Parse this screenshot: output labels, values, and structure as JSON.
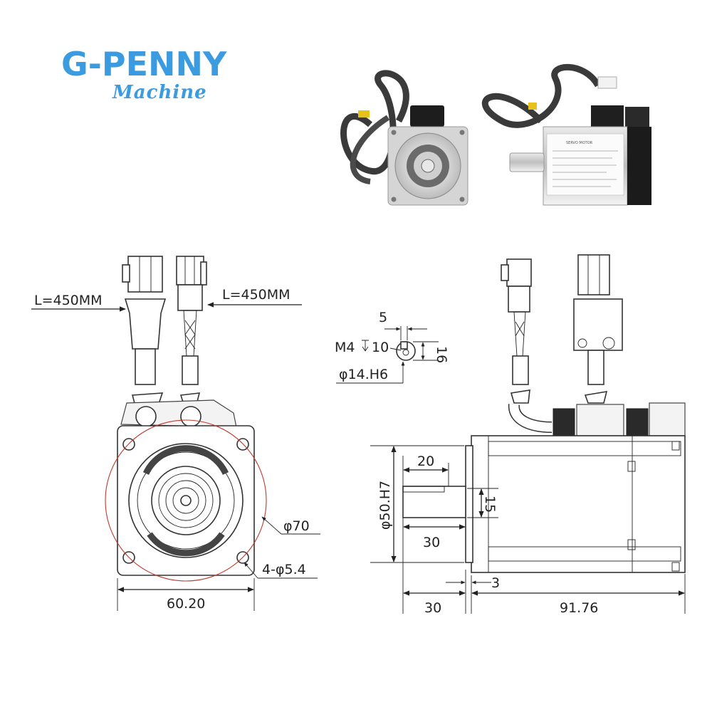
{
  "brand": {
    "name": "G-PENNY",
    "tagline": "Machine"
  },
  "photo_label": {
    "title": "SERVO MOTOR"
  },
  "front_view": {
    "cable_length_left": "L=450MM",
    "cable_length_right": "L=450MM",
    "pilot_circle": "φ70",
    "mount_holes": "4-φ5.4",
    "flange_width": "60.20"
  },
  "side_view": {
    "key_width": "5",
    "thread": "M4",
    "thread_depth": "10",
    "shaft_height": "16",
    "shaft_diameter": "φ14.H6",
    "key_length": "20",
    "pilot_diameter": "φ50.H7",
    "key_height": "15",
    "shaft_length_inner": "30",
    "flange_thickness": "3",
    "shaft_length": "30",
    "body_length": "91.76"
  },
  "colors": {
    "brand": "#3a9be0",
    "pilot_circle": "#c0392b"
  }
}
